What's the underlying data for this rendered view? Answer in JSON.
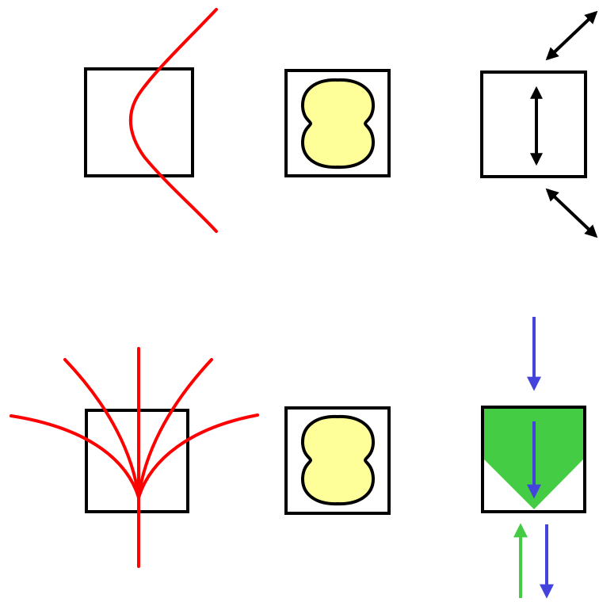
{
  "colors": {
    "background": "#ffffff",
    "box_outline": "#000000",
    "curve": "#ff0000",
    "cell_fill": "#ffff99",
    "cell_outline": "#000000",
    "double_arrow": "#000000",
    "down_arrow": "#4444dd",
    "up_arrow": "#44cc44",
    "funnel_fill": "#44cc44"
  },
  "rows": [
    {
      "panels": [
        {
          "kind": "boundary-box-with-curved-line",
          "icons": [
            "square-box",
            "curved-line"
          ]
        },
        {
          "kind": "box-with-cell",
          "icons": [
            "square-box",
            "figure-eight-cell"
          ]
        },
        {
          "kind": "box-with-double-arrows",
          "icons": [
            "square-box",
            "vertical-double-arrow",
            "diagonal-double-arrow",
            "diagonal-double-arrow"
          ]
        }
      ]
    },
    {
      "panels": [
        {
          "kind": "boundary-box-with-diverging-lines",
          "icons": [
            "square-box",
            "diverging-curves"
          ]
        },
        {
          "kind": "box-with-cell",
          "icons": [
            "square-box",
            "figure-eight-cell"
          ]
        },
        {
          "kind": "box-with-funnel-and-flow-arrows",
          "icons": [
            "square-box",
            "green-funnel",
            "down-arrow",
            "up-arrow"
          ]
        }
      ]
    }
  ]
}
